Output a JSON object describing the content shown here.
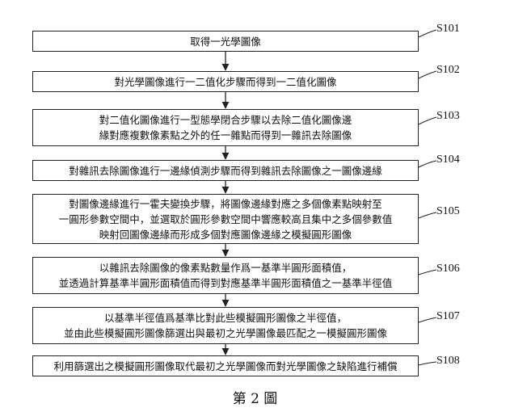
{
  "steps": [
    {
      "id": "S101",
      "lines": [
        "取得一光學圖像"
      ]
    },
    {
      "id": "S102",
      "lines": [
        "對光學圖像進行一二值化步驟而得到一二值化圖像"
      ]
    },
    {
      "id": "S103",
      "lines": [
        "對二值化圖像進行一型態學閉合步驟以去除二值化圖像邊",
        "緣對應複數像素點之外的任一雜點而得到一雜訊去除圖像"
      ]
    },
    {
      "id": "S104",
      "lines": [
        "對雜訊去除圖像進行一邊緣偵測步驟而得到雜訊去除圖像之一圖像邊緣"
      ]
    },
    {
      "id": "S105",
      "lines": [
        "對圖像邊緣進行一霍夫變換步驟，將圖像邊緣對應之多個像素點映射至",
        "一圓形參數空間中，並選取於圓形參數空間中響應較高且集中之多個參數值",
        "映射回圖像邊緣而形成多個對應圖像邊緣之模擬圓形圖像"
      ]
    },
    {
      "id": "S106",
      "lines": [
        "以雜訊去除圖像的像素點數量作爲一基準半圓形面積值，",
        "並透過計算基準半圓形面積值而得到對應基準半圓形面積值之一基準半徑值"
      ]
    },
    {
      "id": "S107",
      "lines": [
        "以基準半徑值爲基準比對此些模擬圓形圖像之半徑值，",
        "並由此些模擬圓形圖像篩選出與最初之光學圖像最匹配之一模擬圓形圖像"
      ]
    },
    {
      "id": "S108",
      "lines": [
        "利用篩選出之模擬圓形圖像取代最初之光學圖像而對光學圖像之缺陷進行補償"
      ]
    }
  ],
  "caption": "第 2 圖"
}
